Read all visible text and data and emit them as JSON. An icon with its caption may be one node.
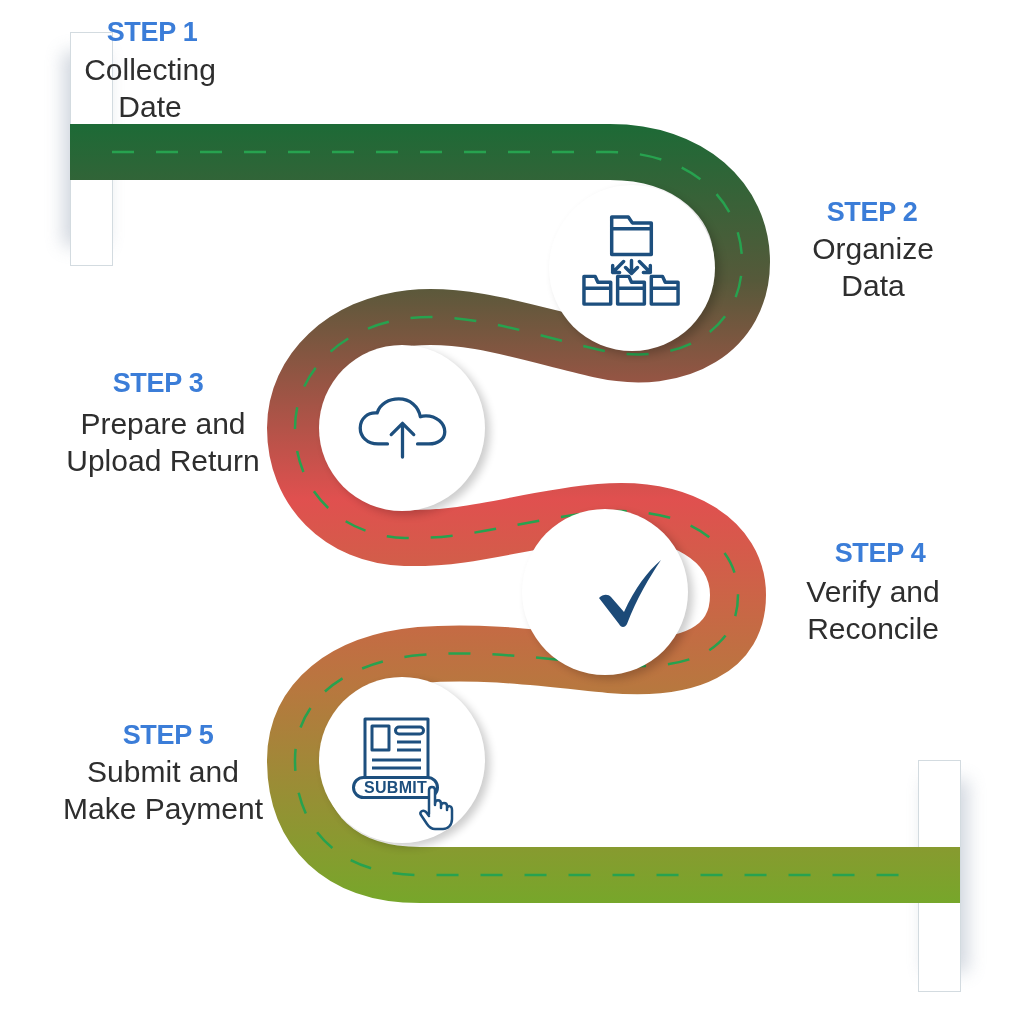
{
  "diagram": {
    "labels": [
      "STEP 1",
      "Collecting Date",
      "STEP 2",
      "Organize Data",
      "STEP 3",
      "Prepare and Upload Return",
      "STEP 4",
      "Verify and Reconcile",
      "STEP 5",
      "Submit and Make Payment",
      "SUBMIT"
    ]
  }
}
